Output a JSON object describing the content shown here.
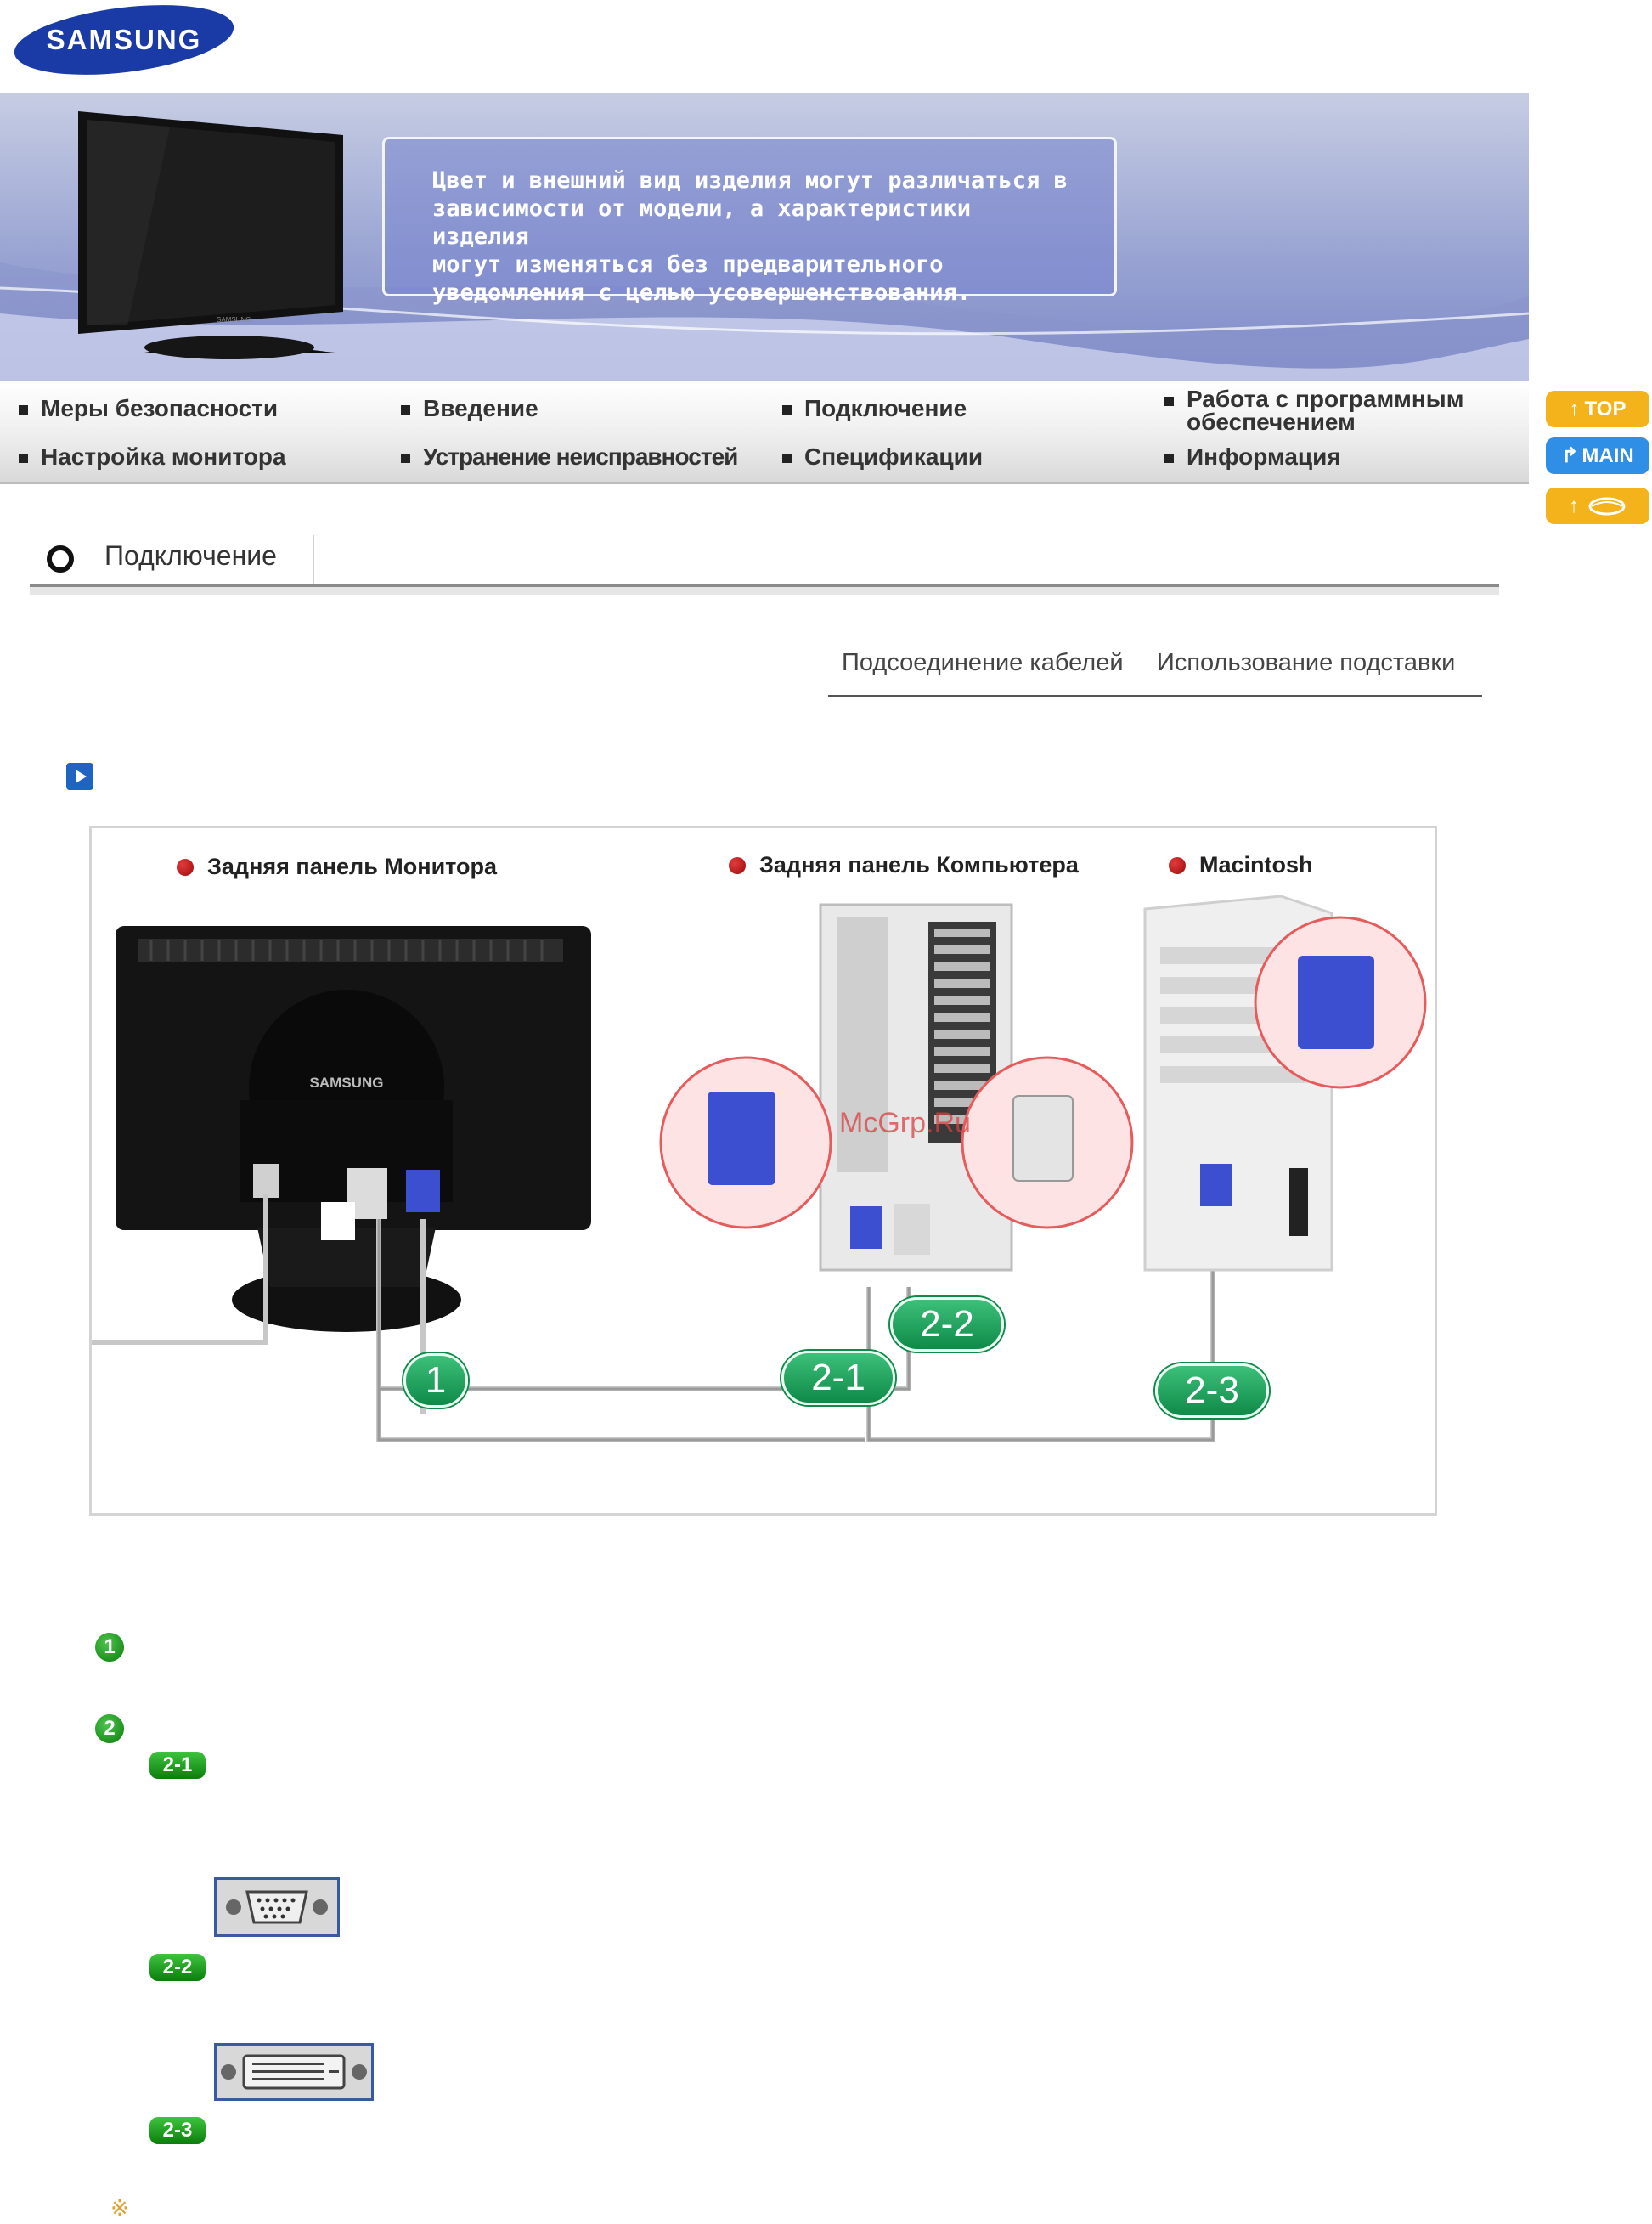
{
  "brand": {
    "logo_text": "SAMSUNG"
  },
  "banner": {
    "notice_lines": [
      "Цвет и внешний вид изделия могут различаться в",
      "зависимости от модели, а характеристики изделия",
      "могут изменяться без предварительного",
      "уведомления с целью усовершенствования."
    ],
    "monitor_brand": "SAMSUNG"
  },
  "nav": {
    "row1": [
      "Меры безопасности",
      "Введение",
      "Подключение",
      "Работа с программным обеспечением"
    ],
    "row2": [
      "Настройка монитора",
      "Устранение неисправностей",
      "Спецификации",
      "Информация"
    ]
  },
  "side_buttons": {
    "top": "TOP",
    "main": "MAIN"
  },
  "colors": {
    "side_button": "#f4b21b",
    "side_button_main": "#2f8ee6",
    "step_green": "#13a04a"
  },
  "section": {
    "title": "Подключение"
  },
  "subnav": {
    "links": [
      "Подсоединение кабелей",
      "Использование подставки"
    ]
  },
  "diagram": {
    "labels": {
      "monitor_back": "Задняя панель Монитора",
      "computer_back": "Задняя панель Компьютера",
      "mac": "Macintosh"
    },
    "watermark": "McGrp.Ru",
    "monitor_brand": "SAMSUNG",
    "callouts": [
      "1",
      "2-1",
      "2-2",
      "2-3"
    ]
  },
  "steps": {
    "n1": "1",
    "n2": "2",
    "b21": "2-1",
    "b22": "2-2",
    "b23": "2-3",
    "note_mark": "※"
  }
}
